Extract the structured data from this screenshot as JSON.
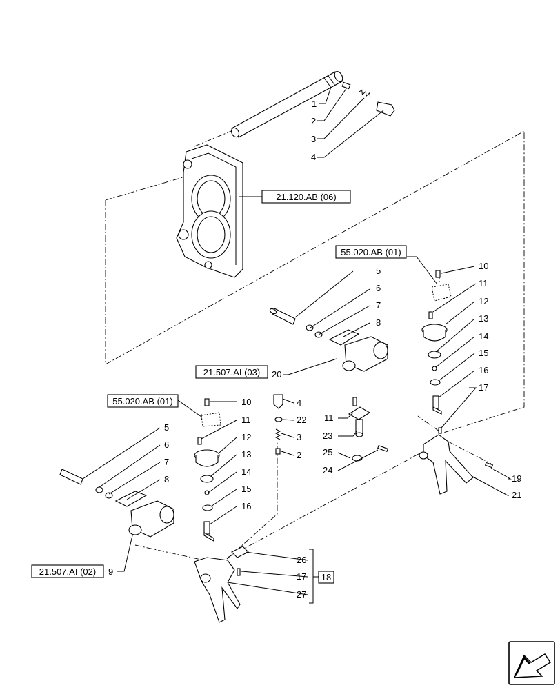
{
  "callouts": {
    "c1": "1",
    "c2a": "2",
    "c3a": "3",
    "c4a": "4",
    "r5": "5",
    "r6": "6",
    "r7": "7",
    "r8": "8",
    "r10": "10",
    "r11": "11",
    "r12": "12",
    "r13": "13",
    "r14": "14",
    "r15": "15",
    "r16": "16",
    "r17": "17",
    "r19": "19",
    "r20": "20",
    "r21": "21",
    "m10": "10",
    "m4": "4",
    "m11": "11",
    "m22": "22",
    "m12": "12",
    "m3": "3",
    "m13": "13",
    "m2": "2",
    "m14": "14",
    "m15": "15",
    "m16": "16",
    "n11": "11",
    "n23": "23",
    "n25": "25",
    "n24": "24",
    "l5": "5",
    "l6": "6",
    "l7": "7",
    "l8": "8",
    "l9": "9",
    "b26": "26",
    "b17": "17",
    "b27": "27",
    "b18": "18"
  },
  "references": {
    "housing": "21.120.AB (06)",
    "right_support": "55.020.AB (01)",
    "upper_cylinder": "21.507.AI (03)",
    "left_support": "55.020.AB (01)",
    "lower_cylinder": "21.507.AI (02)"
  },
  "icons": {
    "nav": "arrow-icon"
  }
}
